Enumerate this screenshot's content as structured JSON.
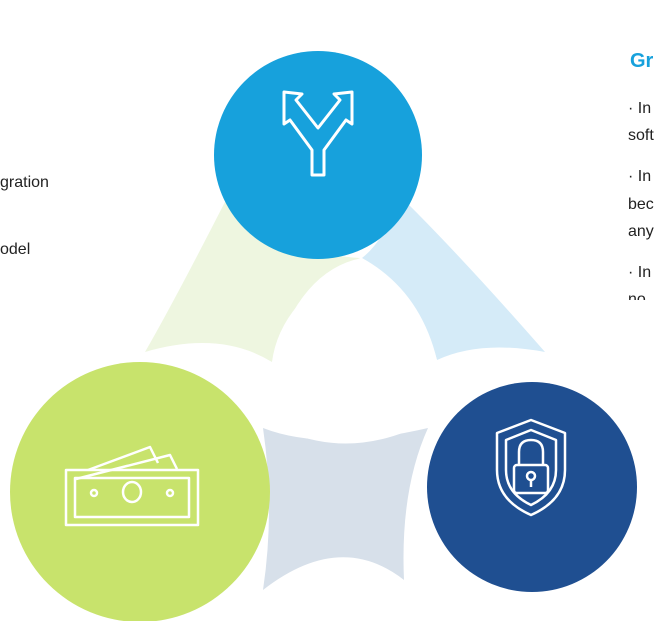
{
  "left_text": {
    "line1": "gration",
    "line2": "odel"
  },
  "right_panel": {
    "title": "Gr",
    "lines": [
      "· In",
      "soft",
      "· In",
      "bec",
      "any",
      "· In",
      "no"
    ]
  },
  "colors": {
    "top_circle": "#17a1dc",
    "left_circle": "#c8e36c",
    "right_circle": "#1f4f91",
    "title_color": "#17a1dc",
    "wedge_left": "#eef6e0",
    "wedge_right": "#d5ebf8",
    "wedge_bottom": "#d7e0ea"
  },
  "icons": {
    "top": "split-arrows-icon",
    "left": "money-bills-icon",
    "right": "shield-lock-icon"
  }
}
